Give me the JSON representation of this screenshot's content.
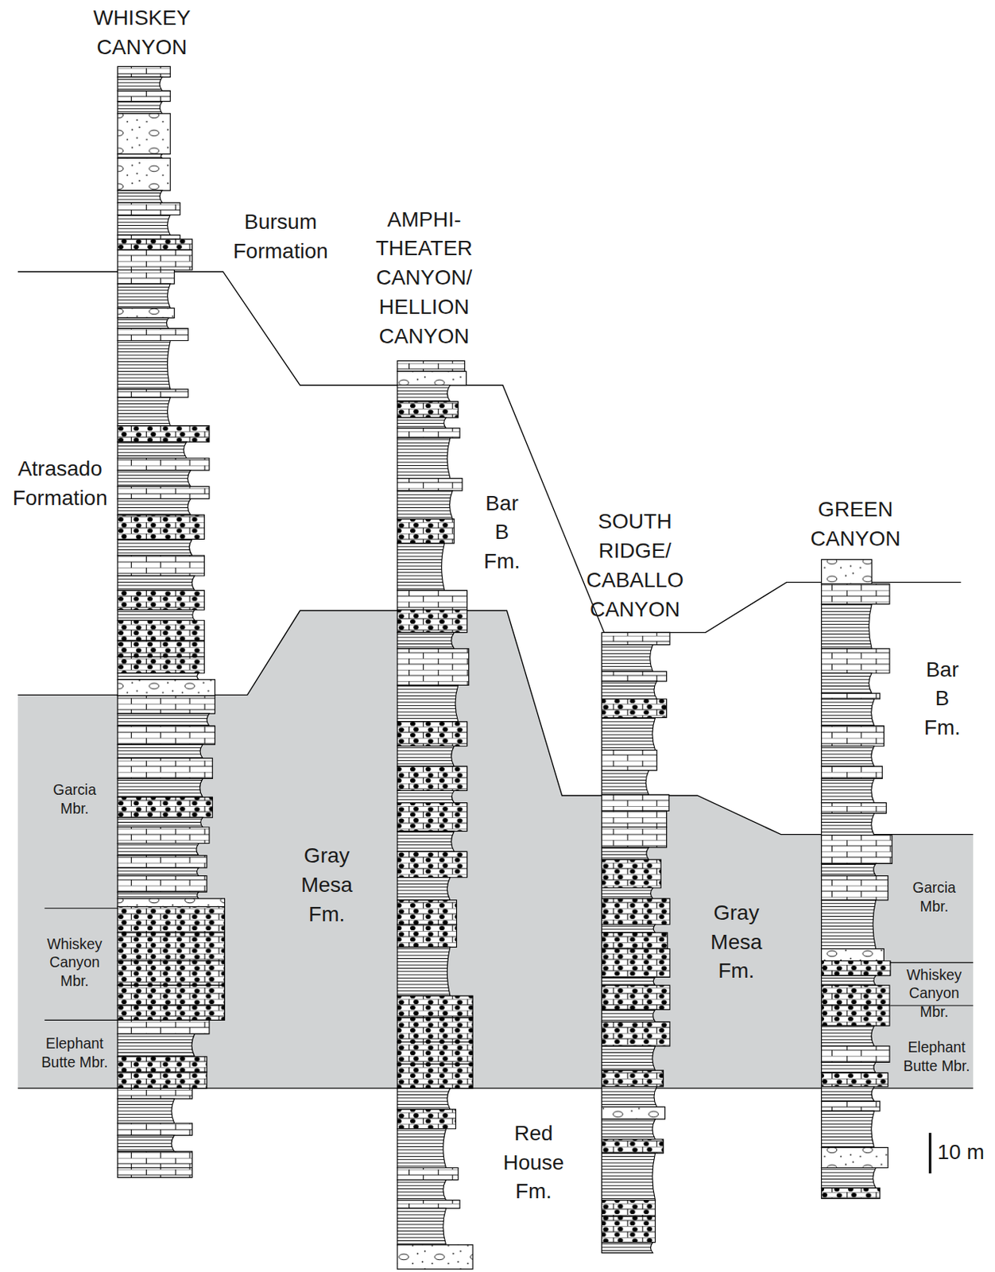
{
  "diagram": {
    "labels": [
      "WHISKEY CANYON",
      "Bursum Formation",
      "AMPHI- THEATER CANYON/ HELLION CANYON",
      "Atrasado Formation",
      "Bar B Fm.",
      "SOUTH RIDGE/ CABALLO CANYON",
      "GREEN CANYON",
      "Bar B Fm.",
      "Garcia Mbr.",
      "Gray Mesa Fm.",
      "Garcia Mbr.",
      "Gray Mesa Fm.",
      "Whiskey Canyon Mbr.",
      "Whiskey Canyon Mbr.",
      "Elephant Butte Mbr.",
      "Elephant Butte Mbr.",
      "Red House Fm.",
      "10 m"
    ]
  }
}
